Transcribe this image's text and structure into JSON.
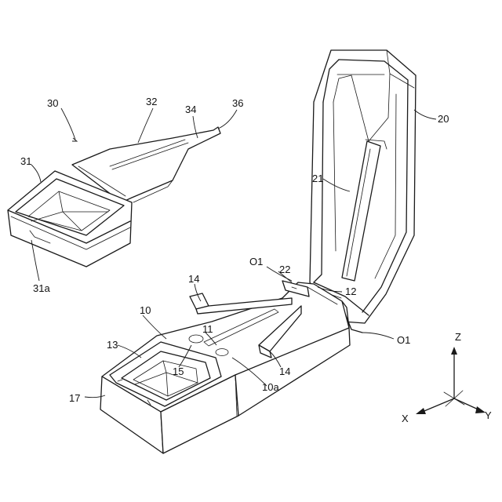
{
  "labels": {
    "l30": "30",
    "l31": "31",
    "l31a": "31a",
    "l32": "32",
    "l34": "34",
    "l36": "36",
    "l20": "20",
    "l21": "21",
    "l22": "22",
    "l12": "12",
    "lO1a": "O1",
    "lO1b": "O1",
    "l14a": "14",
    "l14b": "14",
    "l10": "10",
    "l11": "11",
    "l13": "13",
    "l15": "15",
    "l10a": "10a",
    "l17": "17"
  },
  "axes": {
    "z": "Z",
    "x": "X",
    "y": "Y"
  }
}
